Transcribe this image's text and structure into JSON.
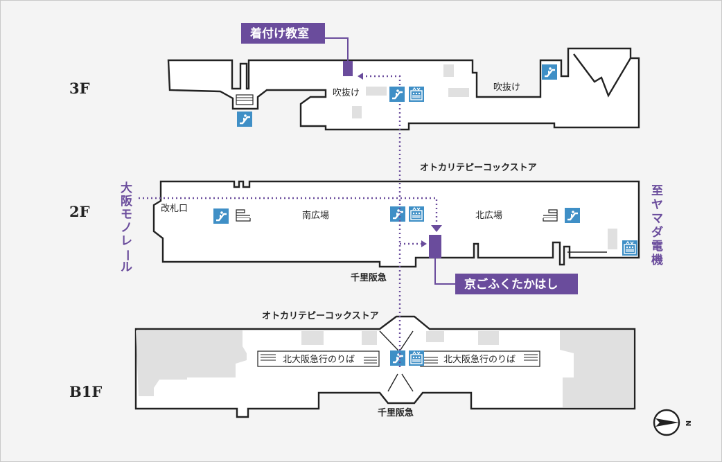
{
  "floors": {
    "f3": "3F",
    "f2": "2F",
    "b1": "B1F"
  },
  "labels": {
    "f3_atrium_left": "吹抜け",
    "f3_atrium_right": "吹抜け",
    "f2_gate": "改札口",
    "f2_south_plaza": "南広場",
    "f2_north_plaza": "北広場",
    "f2_store": "オトカリテピーコックストア",
    "f2_senri": "千里阪急",
    "b1_store": "オトカリテピーコックストア",
    "b1_platform_left": "北大阪急行のりば",
    "b1_platform_right": "北大阪急行のりば",
    "b1_senri": "千里阪急"
  },
  "callouts": {
    "kitsuke": "着付け教室",
    "kyogofuku": "京ごふくたかはし"
  },
  "side_labels": {
    "left": [
      "大",
      "阪",
      "モ",
      "ノ",
      "レ",
      "ー",
      "ル"
    ],
    "right": [
      "至",
      "ヤ",
      "マ",
      "ダ",
      "電",
      "機"
    ]
  },
  "compass": {
    "label": "N"
  },
  "colors": {
    "accent_purple": "#6a4c9c",
    "icon_blue": "#3f8fc6",
    "wall": "#222222",
    "floor_fill": "#ffffff",
    "shade": "#e0e0e0"
  },
  "icons": [
    "escalator-icon",
    "elevator-icon",
    "stairs-icon",
    "compass-icon"
  ]
}
